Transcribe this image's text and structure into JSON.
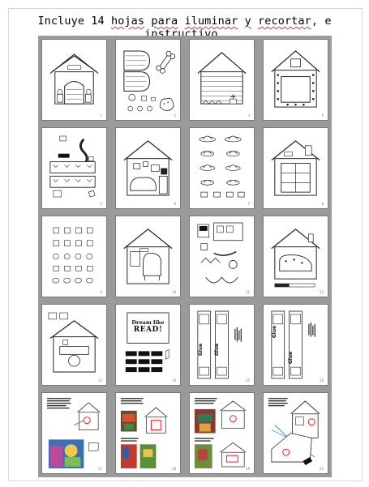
{
  "caption": {
    "prefix": "Incluye 14 ",
    "w1": "hojas",
    "s1": " ",
    "w2": "para",
    "s2": " ",
    "w3": "iluminar",
    "s3": " ",
    "w4": "y",
    "s4": " ",
    "w5": "recortar",
    "suffix": ", e instructivo."
  },
  "thumbnails": {
    "dream_title_line1": "Dream like",
    "dream_title_line2": "READ!",
    "glue_label": "Glue"
  }
}
